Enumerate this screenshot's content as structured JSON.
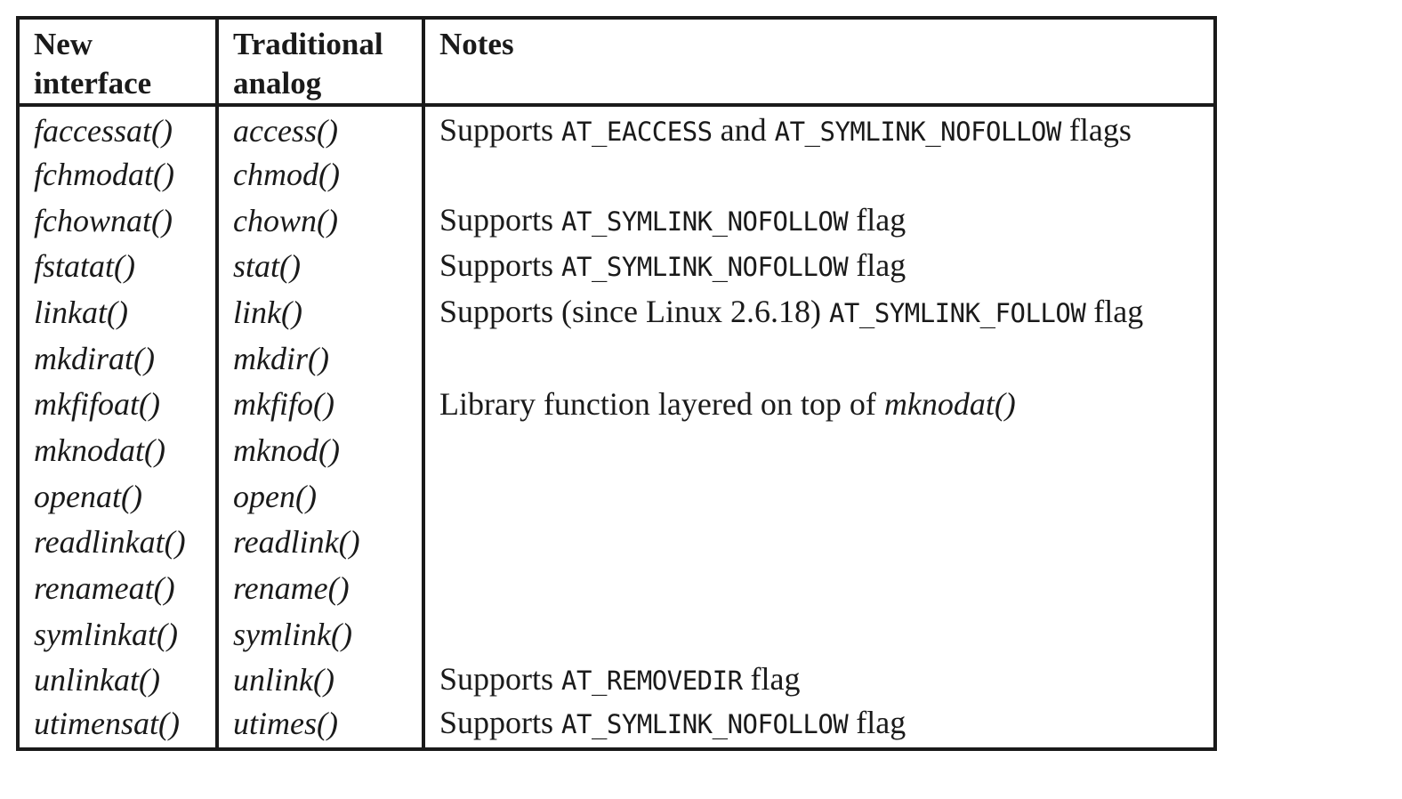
{
  "table": {
    "headers": {
      "new_interface": "New interface",
      "traditional_analog": "Traditional analog",
      "notes": "Notes"
    },
    "rows": [
      {
        "new": "faccessat()",
        "old": "access()",
        "notes": [
          {
            "t": "Supports "
          },
          {
            "code": "AT_EACCESS"
          },
          {
            "t": " and "
          },
          {
            "code": "AT_SYMLINK_NOFOLLOW"
          },
          {
            "t": " flags"
          }
        ]
      },
      {
        "new": "fchmodat()",
        "old": "chmod()",
        "notes": []
      },
      {
        "new": "fchownat()",
        "old": "chown()",
        "notes": [
          {
            "t": "Supports "
          },
          {
            "code": "AT_SYMLINK_NOFOLLOW"
          },
          {
            "t": " flag"
          }
        ]
      },
      {
        "new": "fstatat()",
        "old": "stat()",
        "notes": [
          {
            "t": "Supports "
          },
          {
            "code": "AT_SYMLINK_NOFOLLOW"
          },
          {
            "t": " flag"
          }
        ]
      },
      {
        "new": "linkat()",
        "old": "link()",
        "notes": [
          {
            "t": "Supports (since Linux 2.6.18) "
          },
          {
            "code": "AT_SYMLINK_FOLLOW"
          },
          {
            "t": " flag"
          }
        ]
      },
      {
        "new": "mkdirat()",
        "old": "mkdir()",
        "notes": []
      },
      {
        "new": "mkfifoat()",
        "old": "mkfifo()",
        "notes": [
          {
            "t": "Library function layered on top of "
          },
          {
            "em": "mknodat()"
          }
        ]
      },
      {
        "new": "mknodat()",
        "old": "mknod()",
        "notes": []
      },
      {
        "new": "openat()",
        "old": "open()",
        "notes": []
      },
      {
        "new": "readlinkat()",
        "old": "readlink()",
        "notes": []
      },
      {
        "new": "renameat()",
        "old": "rename()",
        "notes": []
      },
      {
        "new": "symlinkat()",
        "old": "symlink()",
        "notes": []
      },
      {
        "new": "unlinkat()",
        "old": "unlink()",
        "notes": [
          {
            "t": "Supports "
          },
          {
            "code": "AT_REMOVEDIR"
          },
          {
            "t": " flag"
          }
        ]
      },
      {
        "new": "utimensat()",
        "old": "utimes()",
        "notes": [
          {
            "t": "Supports "
          },
          {
            "code": "AT_SYMLINK_NOFOLLOW"
          },
          {
            "t": " flag"
          }
        ]
      }
    ]
  }
}
